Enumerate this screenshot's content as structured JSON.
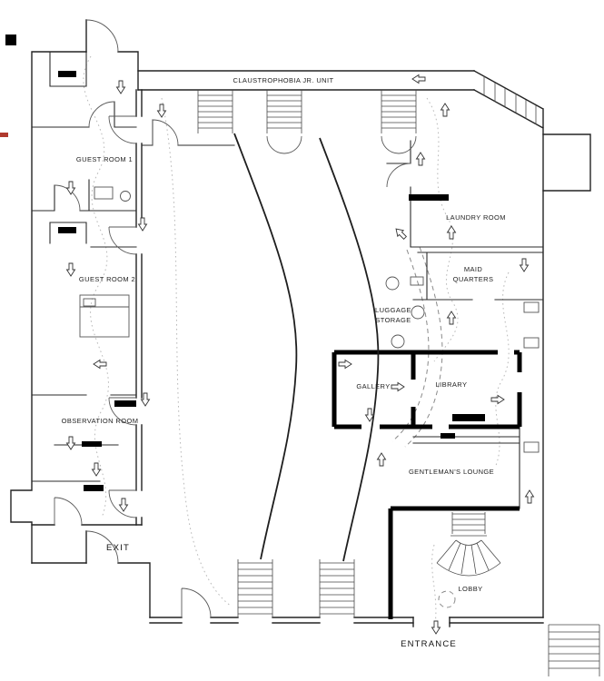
{
  "labels": {
    "claustrophobia_jr_unit": "CLAUSTROPHOBIA JR. UNIT",
    "guest_room_1": "GUEST ROOM 1",
    "guest_room_2": "GUEST ROOM 2",
    "observation_room": "OBSERVATION ROOM",
    "exit": "EXIT",
    "laundry_room": "LAUNDRY ROOM",
    "maid_quarters_line1": "MAID",
    "maid_quarters_line2": "QUARTERS",
    "luggage_storage_line1": "LUGGAGE",
    "luggage_storage_line2": "STORAGE",
    "gallery": "GALLERY",
    "library": "LIBRARY",
    "gentlemans_lounge": "GENTLEMAN'S LOUNGE",
    "lobby": "LOBBY",
    "entrance": "ENTRANCE"
  },
  "colors": {
    "background": "#ffffff",
    "wall": "#232323",
    "heavy_wall": "#000000",
    "dotted_path": "#b8b8b8",
    "dashed_route": "#8a8a8a",
    "accent_mark": "#b03a2e"
  },
  "icons": {
    "direction_arrow": "direction-arrow"
  }
}
